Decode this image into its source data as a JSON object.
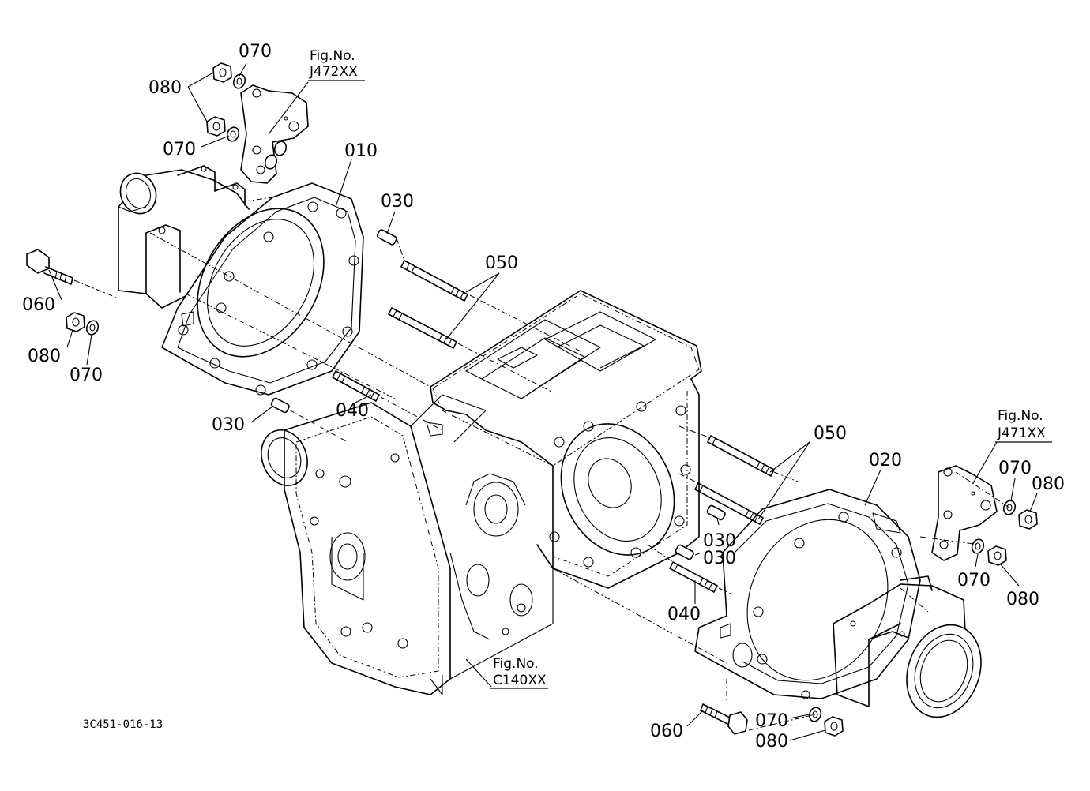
{
  "diagram_ref": "3C451-016-13",
  "callouts": {
    "p010": "010",
    "p020": "020",
    "p030_a": "030",
    "p030_b": "030",
    "p030_c": "030",
    "p030_d": "030",
    "p040_a": "040",
    "p040_b": "040",
    "p050_a": "050",
    "p050_b": "050",
    "p060_a": "060",
    "p060_b": "060",
    "p070_a": "070",
    "p070_b": "070",
    "p070_c": "070",
    "p070_d": "070",
    "p070_e": "070",
    "p070_f": "070",
    "p080_a": "080",
    "p080_b": "080",
    "p080_c": "080",
    "p080_d": "080",
    "p080_e": "080"
  },
  "figure_refs": {
    "fig_label": "Fig.No.",
    "j472": "J472XX",
    "j471": "J471XX",
    "c140": "C140XX"
  }
}
